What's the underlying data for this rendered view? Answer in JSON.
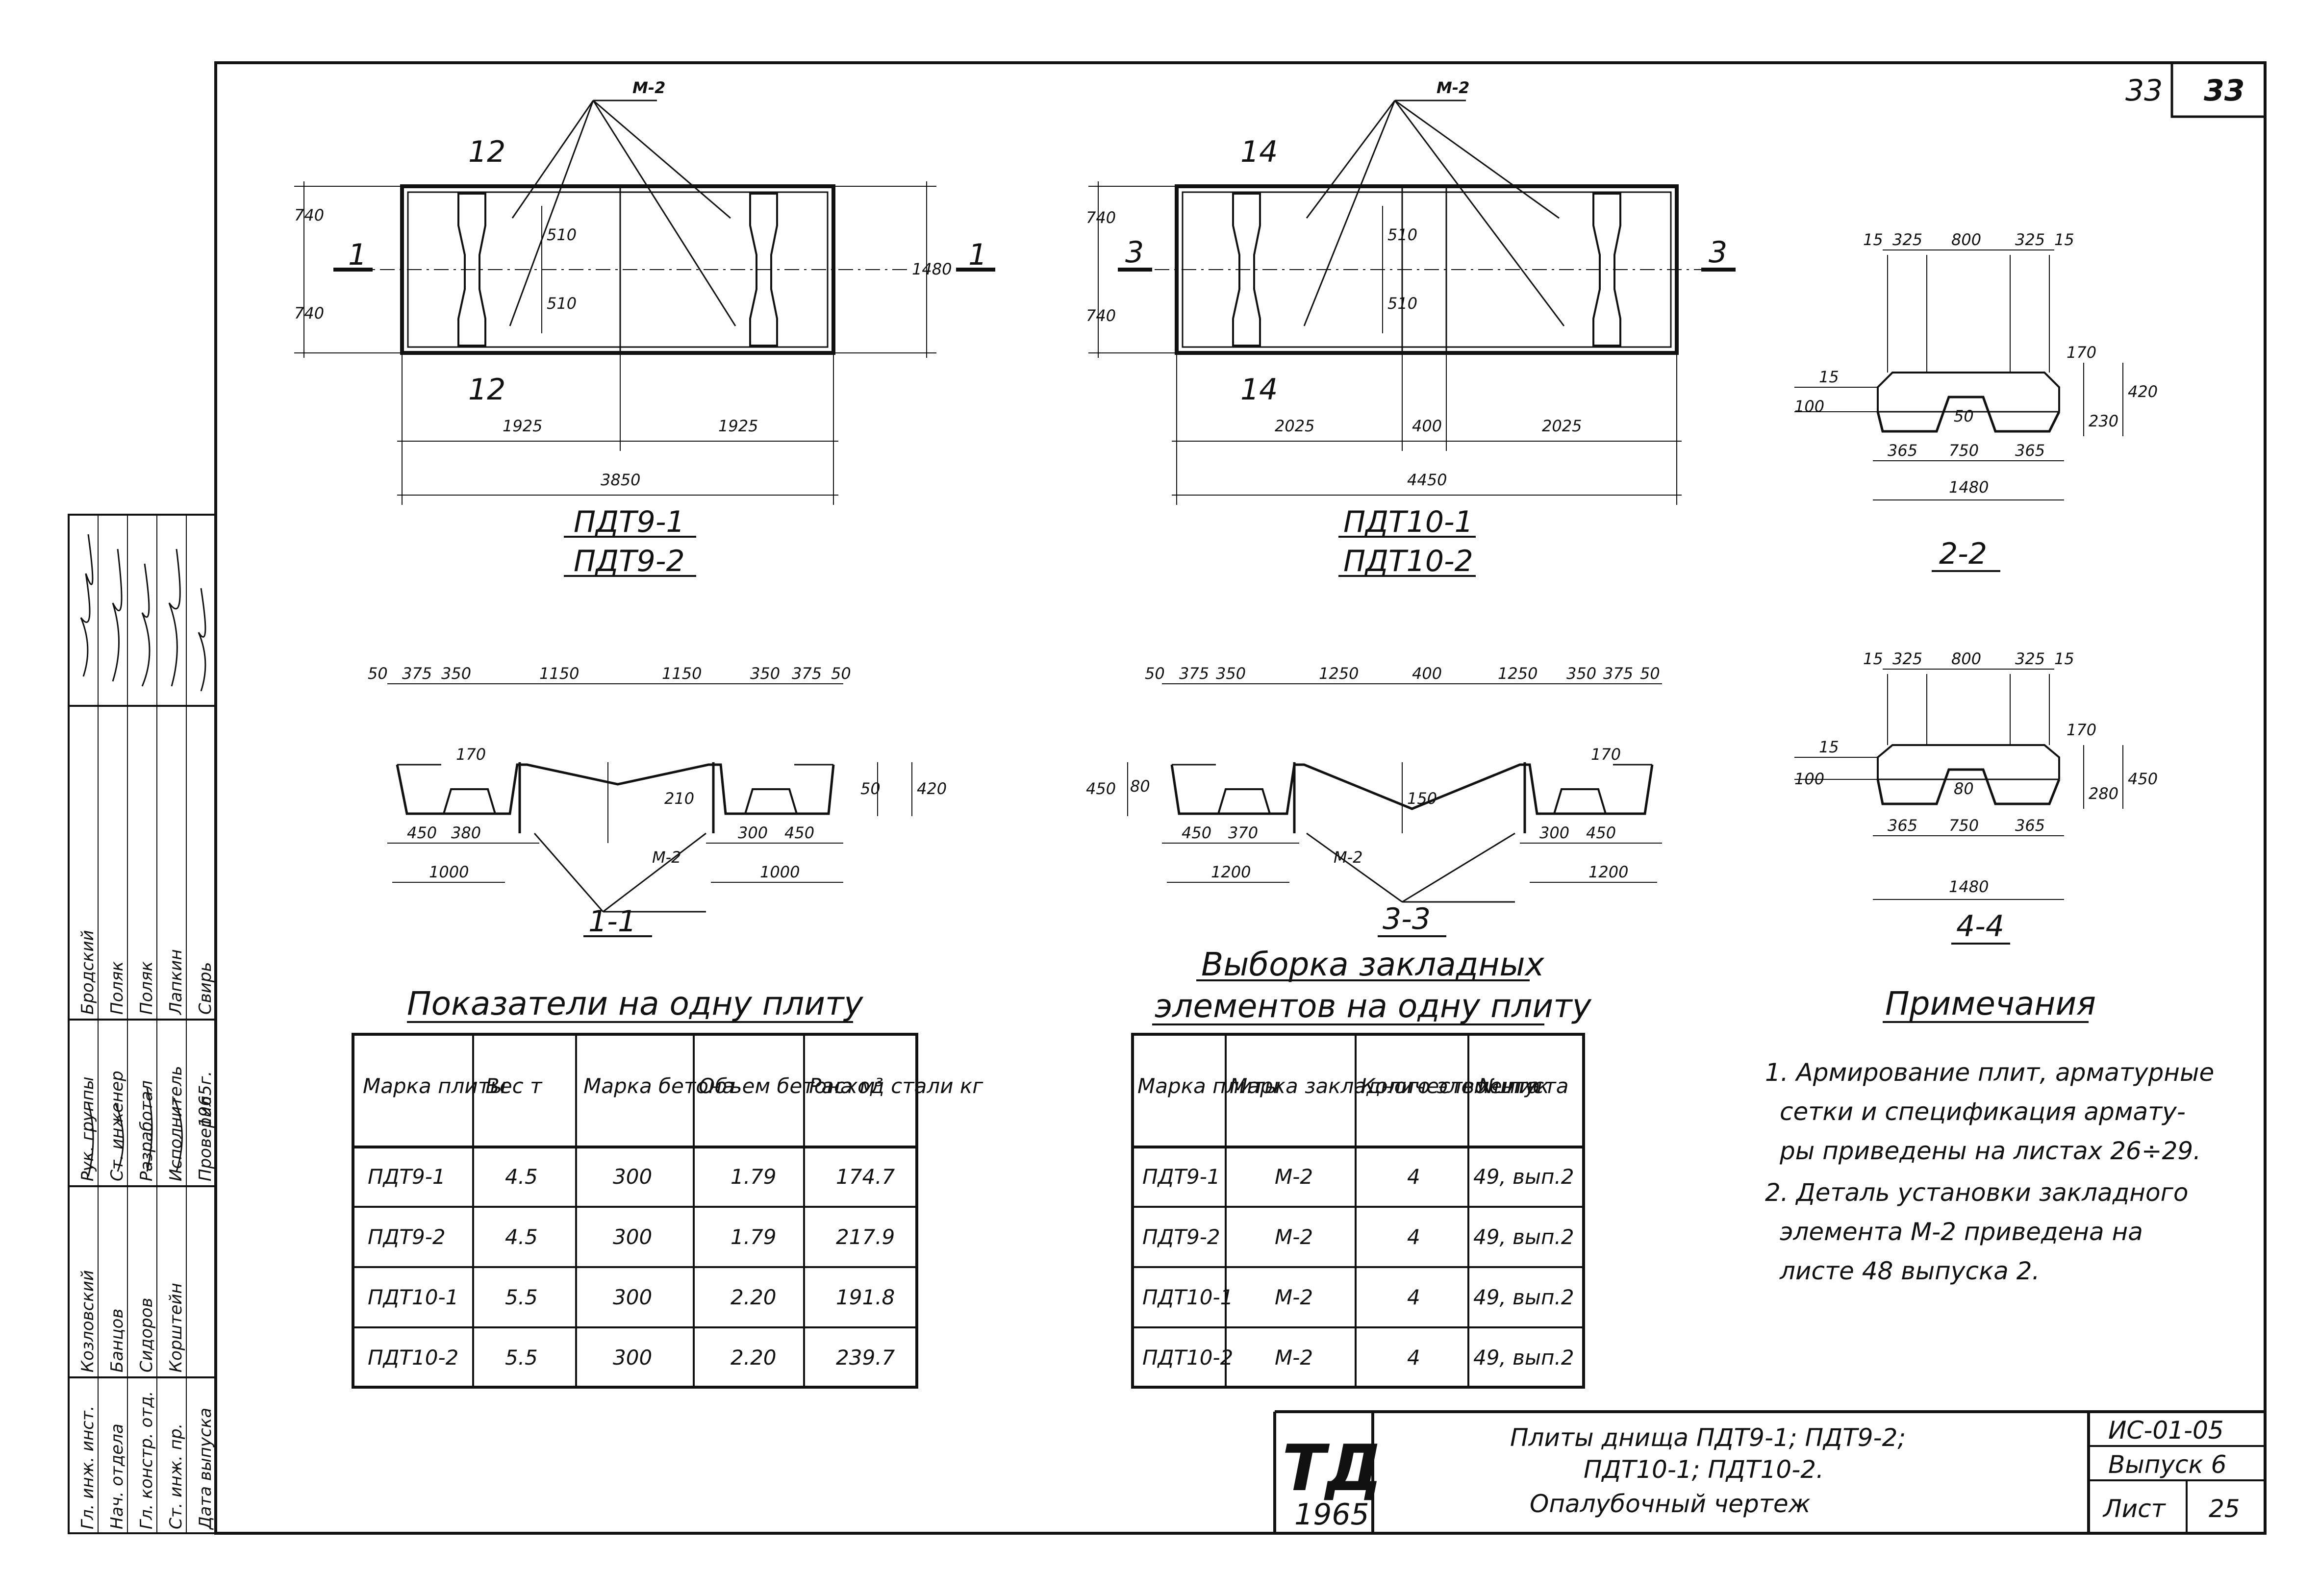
{
  "sheet": {
    "number_handwritten": "33",
    "number_box": "33",
    "stamp_logo": "ТД",
    "stamp_year": "1965",
    "title_line1": "Плиты днища ПДТ9-1; ПДТ9-2;",
    "title_line2": "ПДТ10-1; ПДТ10-2.",
    "title_line3": "Опалубочный чертеж",
    "code": "ИС-01-05",
    "issue": "Выпуск 6",
    "sheet_label": "Лист",
    "sheet_no": "25"
  },
  "plan1": {
    "callout": "М-2",
    "cut_top": "12",
    "cut_bottom": "12",
    "section_mark": "1",
    "dim_left_top": "740",
    "dim_left_bottom": "740",
    "dim_right": "1480",
    "dim_inner_top": "510",
    "dim_inner_bottom": "510",
    "dim_seg1": "1925",
    "dim_seg2": "1925",
    "dim_total": "3850",
    "label1": "ПДТ9-1",
    "label2": "ПДТ9-2"
  },
  "plan2": {
    "callout": "М-2",
    "cut_top": "14",
    "cut_bottom": "14",
    "section_mark": "3",
    "dim_left_top": "740",
    "dim_left_bottom": "740",
    "dim_inner_top": "510",
    "dim_inner_bottom": "510",
    "dim_seg1": "2025",
    "dim_seg2": "400",
    "dim_seg3": "2025",
    "dim_total": "4450",
    "label1": "ПДТ10-1",
    "label2": "ПДТ10-2"
  },
  "sec11": {
    "top_dims": [
      "50",
      "375",
      "350",
      "1150",
      "1150",
      "350",
      "375",
      "50"
    ],
    "d170": "170",
    "d210": "210",
    "d50": "50",
    "d420": "420",
    "bot_dims": [
      "450",
      "380",
      "300",
      "450"
    ],
    "bot_total_l": "1000",
    "bot_total_r": "1000",
    "callout": "М-2",
    "label": "1-1"
  },
  "sec33": {
    "top_dims": [
      "50",
      "375",
      "350",
      "1250",
      "400",
      "1250",
      "350",
      "375",
      "50"
    ],
    "d450": "450",
    "d80": "80",
    "d150": "150",
    "d170": "170",
    "bot_dims": [
      "450",
      "370",
      "300",
      "450"
    ],
    "bot_total_l": "1200",
    "bot_total_r": "1200",
    "callout": "М-2",
    "label": "3-3"
  },
  "sec22": {
    "top_dims": [
      "15",
      "325",
      "800",
      "325",
      "15"
    ],
    "d170": "170",
    "d50": "50",
    "d100": "100",
    "d15": "15",
    "d230": "230",
    "d420": "420",
    "bot_dims": [
      "365",
      "750",
      "365"
    ],
    "bot_total": "1480",
    "label": "2-2"
  },
  "sec44": {
    "top_dims": [
      "15",
      "325",
      "800",
      "325",
      "15"
    ],
    "d170": "170",
    "d80": "80",
    "d100": "100",
    "d15": "15",
    "d280": "280",
    "d450": "450",
    "bot_dims": [
      "365",
      "750",
      "365"
    ],
    "bot_total": "1480",
    "label": "4-4"
  },
  "indicators": {
    "title": "Показатели на одну плиту",
    "headers": [
      "Марка плиты",
      "Вес т",
      "Марка бетона",
      "Объем бетона м³",
      "Расход стали кг"
    ],
    "rows": [
      [
        "ПДТ9-1",
        "4.5",
        "300",
        "1.79",
        "174.7"
      ],
      [
        "ПДТ9-2",
        "4.5",
        "300",
        "1.79",
        "217.9"
      ],
      [
        "ПДТ10-1",
        "5.5",
        "300",
        "2.20",
        "191.8"
      ],
      [
        "ПДТ10-2",
        "5.5",
        "300",
        "2.20",
        "239.7"
      ]
    ]
  },
  "embedded": {
    "title1": "Выборка закладных",
    "title2": "элементов на одну плиту",
    "headers": [
      "Марка плиты",
      "Марка закладного элемента",
      "Количество штук",
      "№ листа"
    ],
    "rows": [
      [
        "ПДТ9-1",
        "М-2",
        "4",
        "49, вып.2"
      ],
      [
        "ПДТ9-2",
        "М-2",
        "4",
        "49, вып.2"
      ],
      [
        "ПДТ10-1",
        "М-2",
        "4",
        "49, вып.2"
      ],
      [
        "ПДТ10-2",
        "М-2",
        "4",
        "49, вып.2"
      ]
    ]
  },
  "notes": {
    "title": "Примечания",
    "lines": [
      "1. Армирование плит, арматурные",
      "сетки и спецификация армату-",
      "ры приведены на листах 26÷29.",
      "2. Деталь установки закладного",
      "элемента М-2 приведена на",
      "листе 48 выпуска 2."
    ]
  },
  "sidebar": {
    "roles": [
      "Рук. группы",
      "Ст. инженер",
      "Разработал",
      "Исполнитель",
      "Проверил"
    ],
    "names": [
      "Бродский",
      "Поляк",
      "Поляк",
      "Лапкин",
      "Свирь"
    ],
    "year": "1965г.",
    "roles2": [
      "Гл. инж. инст.",
      "Нач. отдела",
      "Гл. констр. отд.",
      "Ст. инж. пр."
    ],
    "names2": [
      "Козловский",
      "Банцов",
      "Сидоров",
      "Корштейн"
    ],
    "footer": "Дата выпуска"
  },
  "colors": {
    "ink": "#111111",
    "paper": "#ffffff"
  }
}
